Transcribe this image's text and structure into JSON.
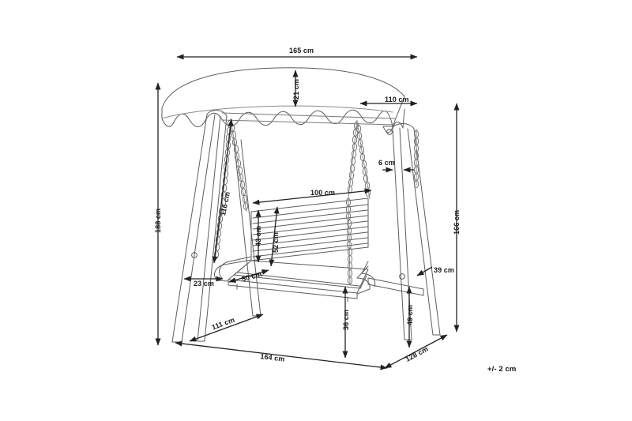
{
  "drawing": {
    "title": "Garden swing bench technical dimension drawing",
    "units": "cm",
    "tolerance_note": "+/- 2 cm",
    "line_color": "#222222",
    "product_outline_color": "#555555",
    "background_color": "#ffffff"
  },
  "dimensions": {
    "canopy_width": "165 cm",
    "canopy_rise": "21 cm",
    "canopy_depth": "110 cm",
    "frame_height_left": "188 cm",
    "frame_height_right": "166 cm",
    "post_thickness": "6 cm",
    "seat_back_width": "100 cm",
    "chain_diagonal": "116 cm",
    "backrest_height_outer": "43 cm",
    "backrest_height_inner": "52 cm",
    "seat_depth": "50 cm",
    "armrest_offset": "23 cm",
    "leg_spread": "111 cm",
    "base_width": "164 cm",
    "seat_height": "36 cm",
    "brace_offset": "39 cm",
    "brace_height": "49 cm",
    "base_depth": "128 cm"
  }
}
